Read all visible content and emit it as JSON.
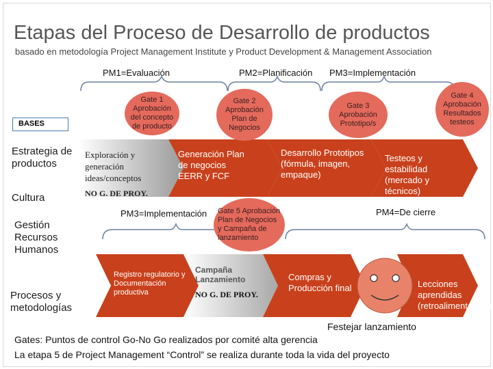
{
  "title": "Etapas del Proceso de Desarrollo de productos",
  "subtitle": "basado en metodología Project Management Institute y Product Development & Management Association",
  "pm_labels": {
    "pm1": "PM1=Evaluación",
    "pm2": "PM2=Planificación",
    "pm3_top": "PM3=Implementación",
    "pm3_mid": "PM3=Implementación",
    "pm4": "PM4=De cierre"
  },
  "bases": {
    "header": "BASES",
    "items": [
      "Estrategia de productos",
      "Cultura",
      "Gestión Recursos Humanos",
      "Procesos y metodologías"
    ]
  },
  "gates": {
    "gate1": "Gate 1 Aprobación del concepto de producto",
    "gate2": "Gate 2 Aprobación Plan de Negocios",
    "gate3": "Gate 3 Aprobación Prototipo/s",
    "gate4": "Gate 4 Aprobación Resultados testeos",
    "gate5": "Gate 5 Aprobación Plan de Negocios y Campaña de lanzamiento"
  },
  "stages": {
    "s1": "Exploración y generación ideas/conceptos",
    "s1_note": "NO G. DE PROY.",
    "s2": "Generación Plan de negocios EERR y FCF",
    "s3": "Desarrollo Prototipos (fórmula, imagen, empaque)",
    "s4": "Testeos y estabilidad (mercado y técnicos)",
    "s5": "Registro regulatorio y Documentación productiva",
    "s6_title": "Campaña Lanzamiento",
    "s6_note": "NO G. DE PROY.",
    "s7": "Compras y Producción final",
    "s8": "Lecciones aprendidas (retroalimentación)"
  },
  "footer": {
    "celebrate": "Festejar lanzamiento",
    "line1": "Gates: Puntos de control Go-No Go realizados por comité alta gerencia",
    "line2": "La etapa 5 de Project Management “Control” se realiza durante toda la vida del proyecto"
  },
  "colors": {
    "arrow_dark": "#c8411c",
    "arrow_light": "#e07a5a",
    "gate": "#e46a5c",
    "smiley": "#e8836a",
    "brace": "#6b7fa0"
  }
}
